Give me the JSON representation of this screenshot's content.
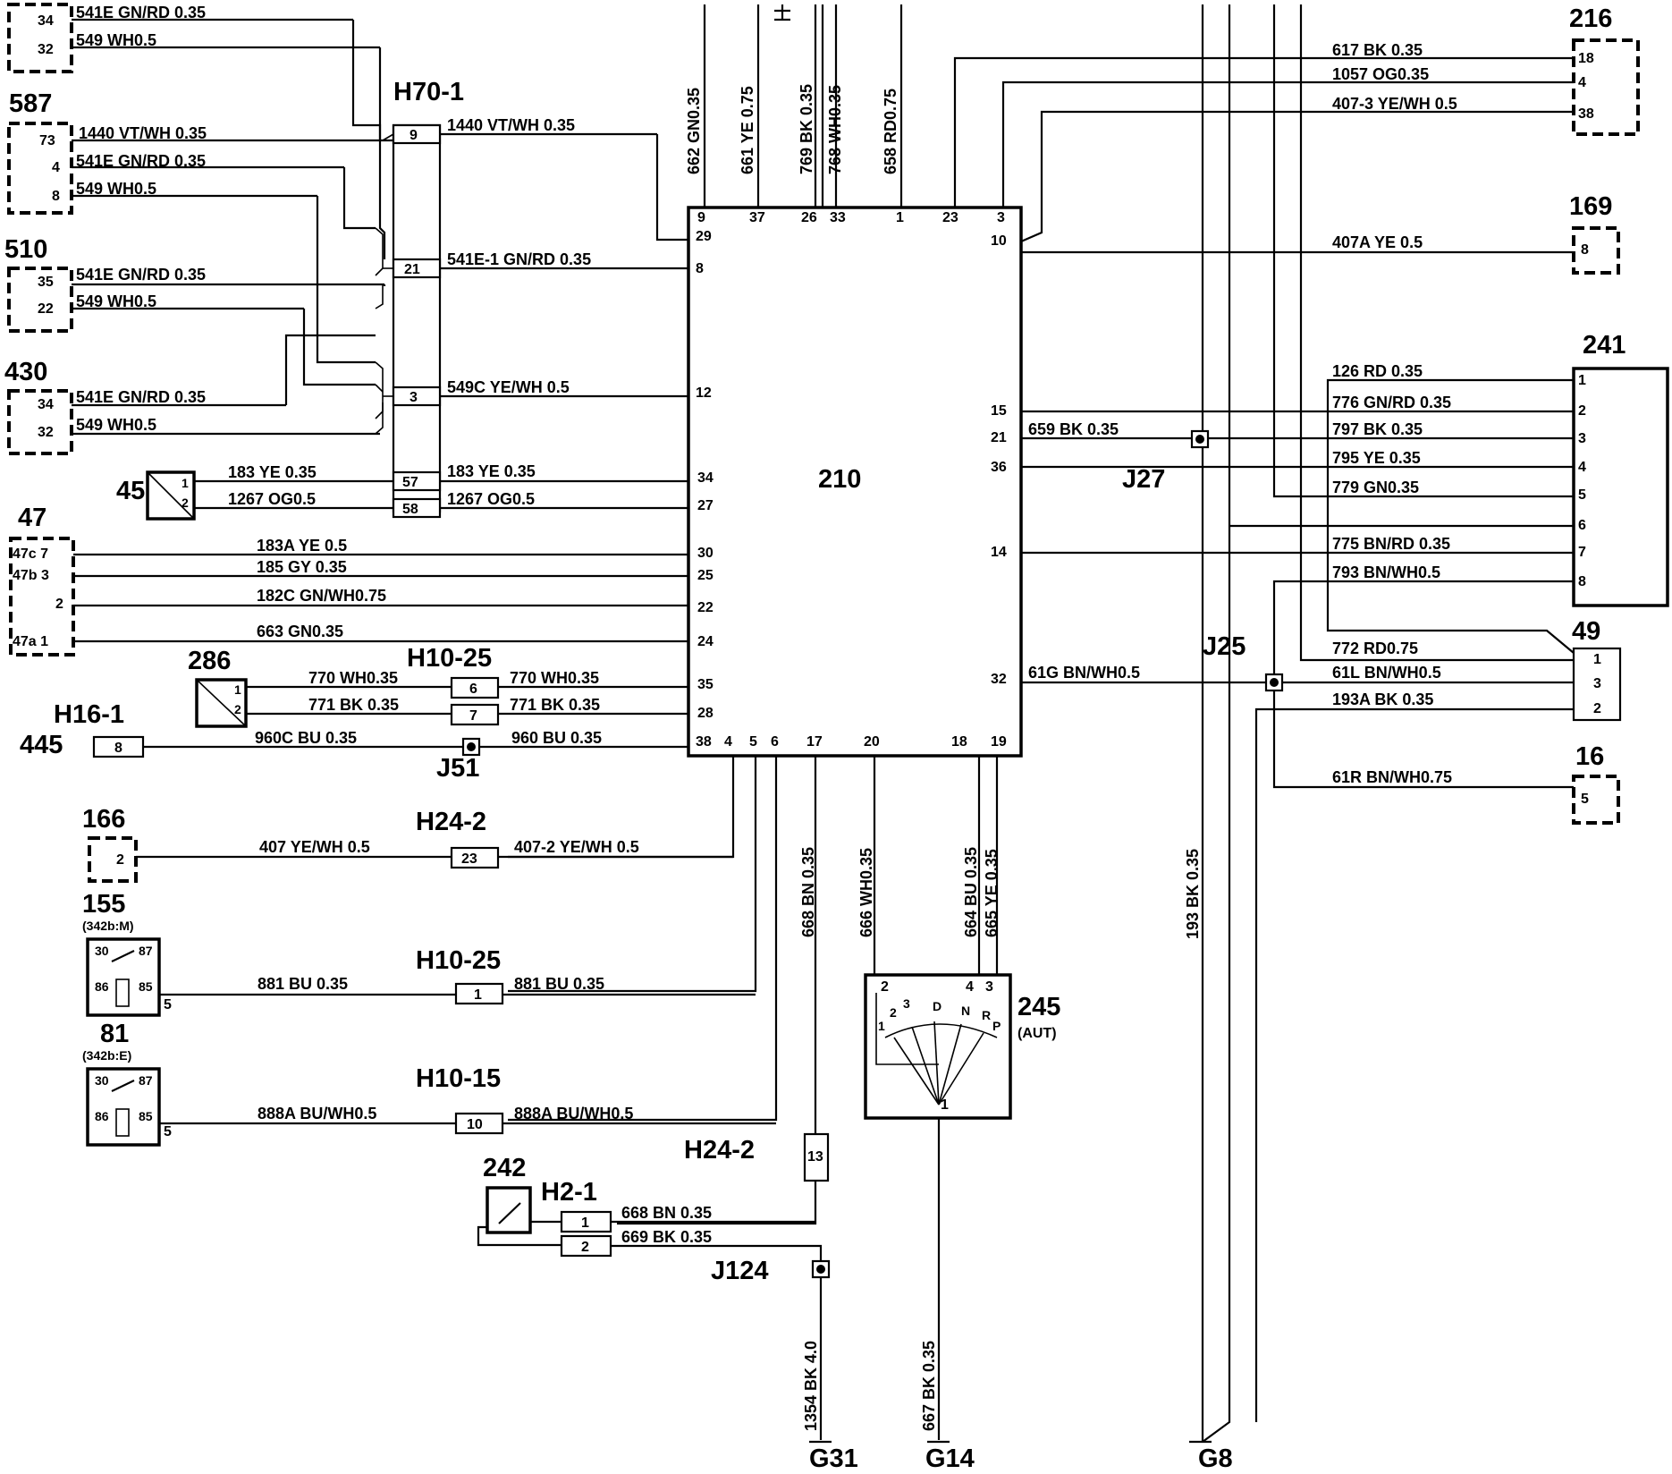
{
  "diagram": {
    "central_module": {
      "id": "210"
    },
    "components": {
      "c587": "587",
      "c510": "510",
      "c430": "430",
      "c45": "45",
      "c47": "47",
      "c286": "286",
      "c445": "445",
      "c166": "166",
      "c155": "155",
      "c155_note": "(342b:M)",
      "c81": "81",
      "c81_note": "(342b:E)",
      "c242": "242",
      "c245": "245",
      "c245_note": "(AUT)",
      "c216": "216",
      "c169": "169",
      "c241": "241",
      "c49": "49",
      "c16": "16"
    },
    "connectors": {
      "h70_1": "H70-1",
      "h10_25a": "H10-25",
      "h16_1": "H16-1",
      "h24_2a": "H24-2",
      "h10_25b": "H10-25",
      "h10_15": "H10-15",
      "h24_2b": "H24-2",
      "h2_1": "H2-1"
    },
    "splices": {
      "j27": "J27",
      "j25": "J25",
      "j51": "J51",
      "j124": "J124"
    },
    "grounds": {
      "g31": "G31",
      "g14": "G14",
      "g8": "G8"
    },
    "wire_labels": {
      "w1": "541E GN/RD 0.35",
      "w2": "549 WH0.5",
      "w3": "1440 VT/WH 0.35",
      "w4": "541E GN/RD 0.35",
      "w5": "549 WH0.5",
      "w6": "541E GN/RD 0.35",
      "w7": "549 WH0.5",
      "w8": "541E GN/RD 0.35",
      "w9": "549 WH0.5",
      "w10": "1440 VT/WH 0.35",
      "w11": "541E-1 GN/RD 0.35",
      "w12": "549C YE/WH 0.5",
      "w13": "183 YE 0.35",
      "w14": "183 YE 0.35",
      "w15": "1267 OG0.5",
      "w16": "1267 OG0.5",
      "w17": "183A YE 0.5",
      "w18": "185 GY 0.35",
      "w19": "182C GN/WH0.75",
      "w20": "663 GN0.35",
      "w21": "770 WH0.35",
      "w22": "770 WH0.35",
      "w23": "771 BK 0.35",
      "w24": "771 BK 0.35",
      "w25": "960C BU 0.35",
      "w26": "960 BU 0.35",
      "w27": "407 YE/WH 0.5",
      "w28": "407-2 YE/WH 0.5",
      "w29": "881 BU 0.35",
      "w30": "881 BU 0.35",
      "w31": "888A BU/WH0.5",
      "w32": "888A BU/WH0.5",
      "w33": "668 BN 0.35",
      "w34": "669 BK 0.35",
      "v1": "662 GN0.35",
      "v2": "661 YE 0.75",
      "v3": "769 BK 0.35",
      "v4": "768 WH0.35",
      "v5": "658 RD0.75",
      "v6": "668 BN 0.35",
      "v7": "666 WH0.35",
      "v8": "664 BU 0.35",
      "v9": "665 YE 0.35",
      "v10": "1354 BK 4.0",
      "v11": "667 BK 0.35",
      "v12": "193 BK 0.35",
      "r1": "617 BK 0.35",
      "r2": "1057 OG0.35",
      "r3": "407-3 YE/WH 0.5",
      "r4": "407A YE 0.5",
      "r5": "126 RD 0.35",
      "r6": "776 GN/RD 0.35",
      "r7": "659 BK 0.35",
      "r8": "797 BK 0.35",
      "r9": "795 YE 0.35",
      "r10": "779 GN0.35",
      "r11": "775 BN/RD 0.35",
      "r12": "793 BN/WH0.5",
      "r13": "772 RD0.75",
      "r14": "61G BN/WH0.5",
      "r15": "61L BN/WH0.5",
      "r16": "193A BK 0.35",
      "r17": "61R BN/WH0.75"
    },
    "pins": {
      "p9": "9",
      "p37": "37",
      "p26": "26",
      "p33": "33",
      "p1": "1",
      "p23": "23",
      "p3": "3",
      "p29": "29",
      "p8": "8",
      "p12": "12",
      "p34": "34",
      "p27": "27",
      "p30": "30",
      "p25": "25",
      "p22": "22",
      "p24": "24",
      "p35": "35",
      "p28": "28",
      "p38": "38",
      "p4": "4",
      "p5": "5",
      "p6": "6",
      "p17": "17",
      "p20": "20",
      "p18": "18",
      "p19": "19",
      "p10": "10",
      "p15": "15",
      "p21": "21",
      "p36": "36",
      "p14": "14",
      "p32": "32",
      "k34": "34",
      "k32": "32",
      "k73": "73",
      "k4": "4",
      "k8": "8",
      "k35": "35",
      "k22": "22",
      "k34b": "34",
      "k32b": "32",
      "k45a": "1",
      "k45b": "2",
      "k47c": "47c 7",
      "k47b": "47b 3",
      "k47_2": "2",
      "k47a": "47a 1",
      "k286a": "1",
      "k286b": "2",
      "h9": "9",
      "h21": "21",
      "h3": "3",
      "h57": "57",
      "h58": "58",
      "h6": "6",
      "h7": "7",
      "h8": "8",
      "h23": "23",
      "h1": "1",
      "h10": "10",
      "h13": "13",
      "h2a": "1",
      "h2b": "2",
      "k166": "2",
      "k155_5": "5",
      "k81_5": "5",
      "k216_18": "18",
      "k216_4": "4",
      "k216_38": "38",
      "k169": "8",
      "k241_1": "1",
      "k241_2": "2",
      "k241_3": "3",
      "k241_4": "4",
      "k241_5": "5",
      "k241_6": "6",
      "k241_7": "7",
      "k241_8": "8",
      "k49_1": "1",
      "k49_3": "3",
      "k49_2": "2",
      "k16": "5",
      "s245_2": "2",
      "s245_4": "4",
      "s245_3": "3",
      "s245_1": "1",
      "g245_1": "1",
      "g245_2": "2",
      "g245_3": "3",
      "g245_D": "D",
      "g245_N": "N",
      "g245_R": "R",
      "g245_P": "P",
      "r30": "30",
      "r87": "87",
      "r86": "86",
      "r85": "85",
      "r30b": "30",
      "r87b": "87",
      "r86b": "86",
      "r85b": "85"
    }
  }
}
